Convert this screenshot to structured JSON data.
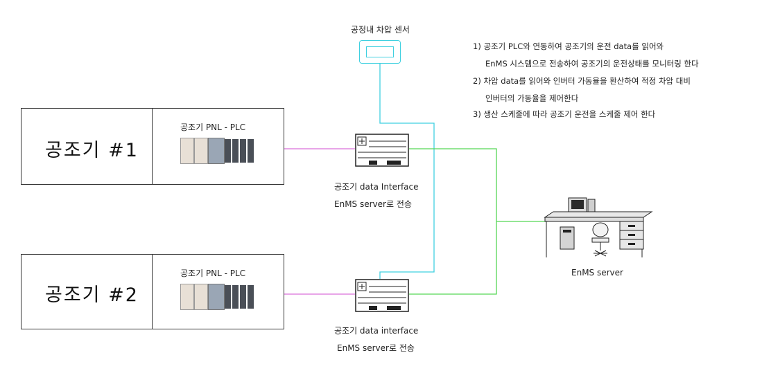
{
  "sensor": {
    "label": "공정내 차압 센서"
  },
  "notes": [
    "1) 공조기 PLC와 연동하여 공조기의 운전 data를 읽어와",
    "EnMS 시스템으로 전송하여 공조기의 운전상태를 모니터링 한다",
    "2) 차압 data를 읽어와 인버터 가동율을 환산하여 적정 차압 대비",
    "인버터의 가동율을 제어한다",
    "3) 생산 스케줄에 따라 공조기 운전을 스케줄 제어 한다"
  ],
  "units": [
    {
      "title": "공조기 #1",
      "panel_label": "공조기 PNL - PLC",
      "interface_label": "공조기 data Interface",
      "interface_sub": "EnMS server로 전송"
    },
    {
      "title": "공조기 #2",
      "panel_label": "공조기 PNL - PLC",
      "interface_label": "공조기 data interface",
      "interface_sub": "EnMS server로 전송"
    }
  ],
  "server": {
    "label": "EnMS server"
  },
  "colors": {
    "plc_link": "#d96fd9",
    "sensor_link": "#3fd0e0",
    "server_link": "#55d655",
    "border": "#333333"
  }
}
